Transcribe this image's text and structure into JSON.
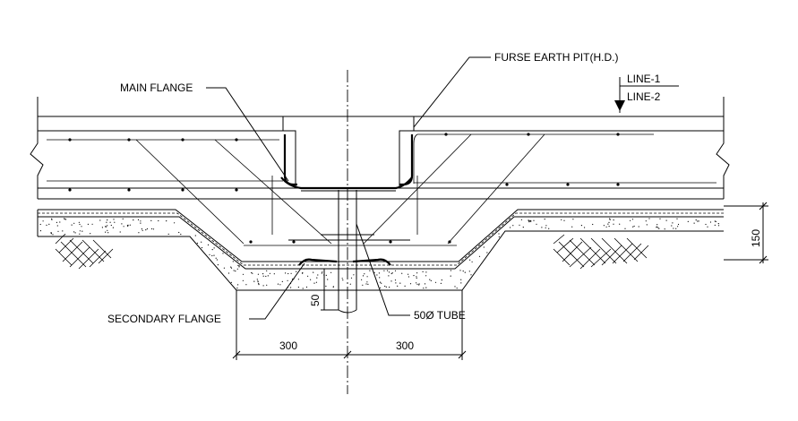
{
  "labels": {
    "pit": "FURSE EARTH PIT(H.D.)",
    "line1": "LINE-1",
    "line2": "LINE-2",
    "main_flange": "MAIN FLANGE",
    "secondary_flange": "SECONDARY FLANGE",
    "tube": "50Ø TUBE"
  },
  "dimensions": {
    "left_width": "300",
    "right_width": "300",
    "depth": "150",
    "tube_projection": "50"
  }
}
